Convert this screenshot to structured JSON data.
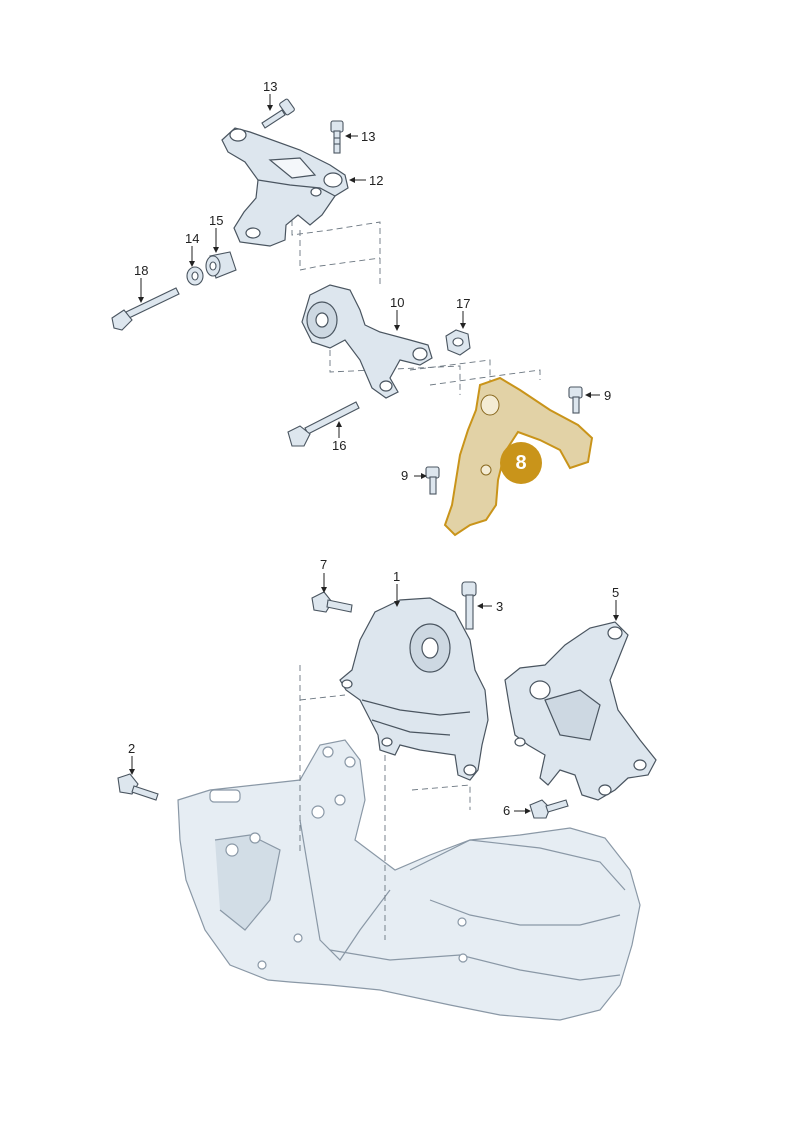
{
  "callouts": {
    "c1": "1",
    "c2": "2",
    "c3": "3",
    "c5": "5",
    "c6": "6",
    "c7": "7",
    "c9a": "9",
    "c9b": "9",
    "c10": "10",
    "c12": "12",
    "c13a": "13",
    "c13b": "13",
    "c14": "14",
    "c15": "15",
    "c16": "16",
    "c17": "17",
    "c18": "18"
  },
  "highlight": {
    "label": "8",
    "color": "#c9941a"
  },
  "colors": {
    "part_fill": "#dde6ee",
    "part_stroke": "#4a5560",
    "highlight_fill": "#e2d2a6",
    "highlight_stroke": "#c9941a",
    "subframe_fill": "#e6edf3"
  }
}
